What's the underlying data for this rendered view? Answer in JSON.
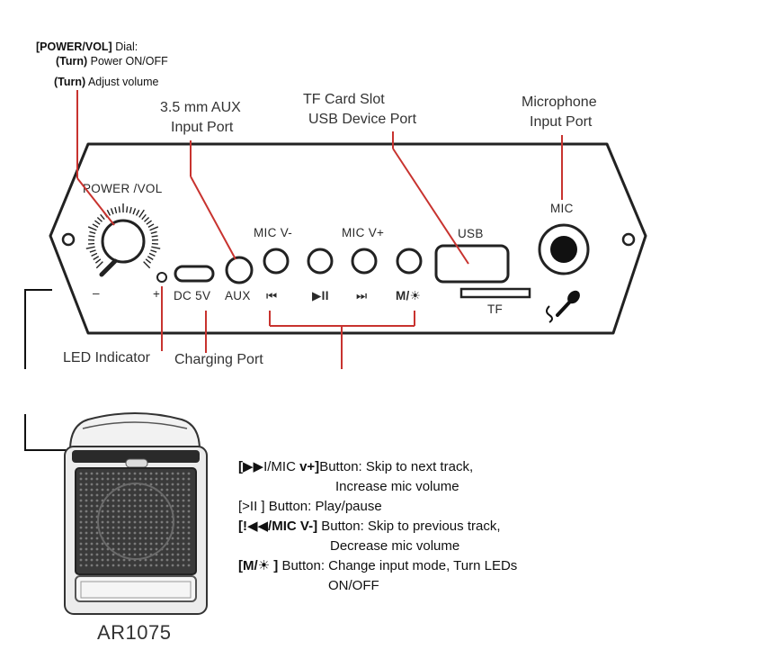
{
  "callouts": {
    "dial_title_bold": "[POWER/VOL]",
    "dial_title_rest": " Dial:",
    "dial_turn1_bold": "(Turn)",
    "dial_turn1_rest": " Power ON/OFF",
    "dial_turn2_bold": "(Turn)",
    "dial_turn2_rest": " Adjust volume",
    "aux_line1": "3.5 mm AUX",
    "aux_line2": "Input Port",
    "tf_line1": "TF Card Slot",
    "tf_line2": "USB Device Port",
    "mic_line1": "Microphone",
    "mic_line2": "Input Port",
    "led_indicator": "LED Indicator",
    "charging_port": "Charging Port"
  },
  "panel": {
    "power_vol": "POWER /VOL",
    "minus": "–",
    "plus": "+",
    "dc5v": "DC 5V",
    "aux": "AUX",
    "mic_v_minus": "MIC V-",
    "mic_v_plus": "MIC V+",
    "usb": "USB",
    "tf": "TF",
    "mic": "MIC",
    "prev_sym": "⏮",
    "play_sym": "▶II",
    "next_sym": "⏭",
    "mode_sym": "M/☀"
  },
  "legend": {
    "next_bold_a": "[▶▶",
    "next_rest_a": "I/MIC ",
    "next_bold_b": "v+]",
    "next_rest_b": "Button: Skip to next track,",
    "next_line2": "Increase mic volume",
    "play_line": "[>II ] Button: Play/pause",
    "prev_bold": "[!◀◀/MIC V-]",
    "prev_rest": " Button: Skip to previous track,",
    "prev_line2": "Decrease mic volume",
    "mode_bold": "[M/☀ ]",
    "mode_rest": " Button: Change input mode, Turn LEDs",
    "mode_line2": "ON/OFF"
  },
  "model": "AR1075",
  "colors": {
    "callout_line": "#c8332f",
    "panel_stroke": "#222222"
  }
}
